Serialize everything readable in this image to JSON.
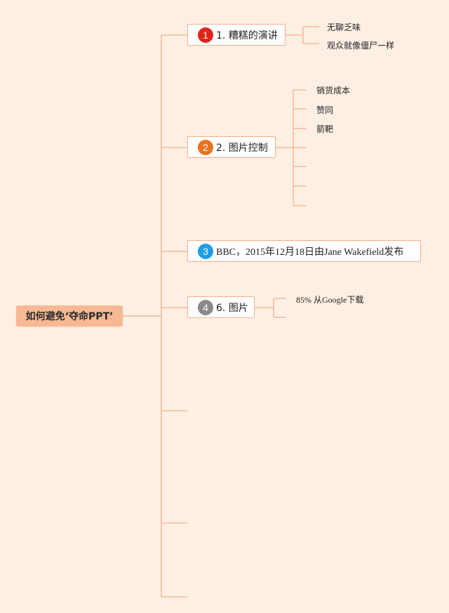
{
  "root": {
    "label": "如何避免‘夺命PPT’"
  },
  "branches": [
    {
      "badge": "1",
      "badge_color": "#e0241b",
      "label": "1. 糟糕的演讲",
      "children": [
        "无聊乏味",
        "观众就像僵尸一样"
      ]
    },
    {
      "badge": "2",
      "badge_color": "#e8731f",
      "label": "2. 图片控制",
      "children": [
        "销货成本",
        "赞同",
        "箭靶"
      ]
    },
    {
      "badge": "3",
      "badge_color": "#1d9ee5",
      "label": "BBC，2015年12月18日由Jane Wakefield发布",
      "children": []
    },
    {
      "badge": "4",
      "badge_color": "#8a8a8a",
      "label": "6. 图片",
      "children": [
        "85% 从Google下载"
      ]
    }
  ],
  "colors": {
    "background": "#fdefe4",
    "connector": "#f3b08a",
    "root_fill": "#f7b993"
  }
}
